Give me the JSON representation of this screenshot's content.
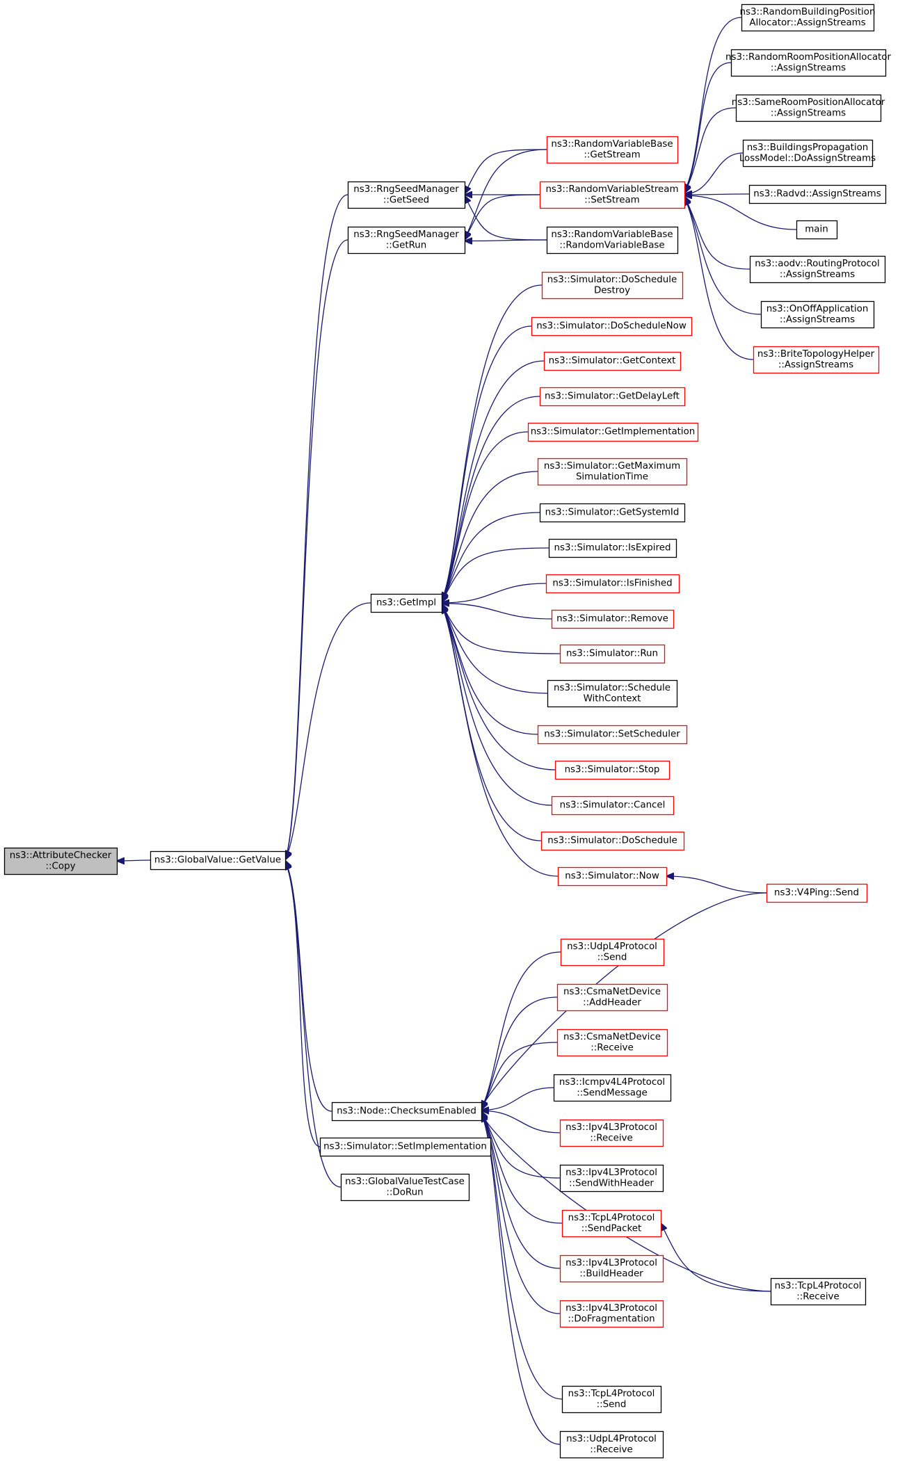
{
  "graph": {
    "edge_color": "#191970",
    "link_border_color": "#ff0000",
    "root_fill": "#bfbfbf",
    "nodes": [
      {
        "id": "copy",
        "lines": [
          "ns3::AttributeChecker",
          "::Copy"
        ],
        "style": "root"
      },
      {
        "id": "getvalue",
        "lines": [
          "ns3::GlobalValue::GetValue"
        ],
        "style": "black"
      },
      {
        "id": "getseed",
        "lines": [
          "ns3::RngSeedManager",
          "::GetSeed"
        ],
        "style": "black"
      },
      {
        "id": "getrun",
        "lines": [
          "ns3::RngSeedManager",
          "::GetRun"
        ],
        "style": "black"
      },
      {
        "id": "getimpl",
        "lines": [
          "ns3::GetImpl"
        ],
        "style": "black"
      },
      {
        "id": "checksum",
        "lines": [
          "ns3::Node::ChecksumEnabled"
        ],
        "style": "black"
      },
      {
        "id": "setimpl",
        "lines": [
          "ns3::Simulator::SetImplementation"
        ],
        "style": "black"
      },
      {
        "id": "gvtc",
        "lines": [
          "ns3::GlobalValueTestCase",
          "::DoRun"
        ],
        "style": "black"
      },
      {
        "id": "rvb_getstream",
        "lines": [
          "ns3::RandomVariableBase",
          "::GetStream"
        ],
        "style": "red"
      },
      {
        "id": "rvs_setstream",
        "lines": [
          "ns3::RandomVariableStream",
          "::SetStream"
        ],
        "style": "red"
      },
      {
        "id": "rvb_rvb",
        "lines": [
          "ns3::RandomVariableBase",
          "::RandomVariableBase"
        ],
        "style": "black"
      },
      {
        "id": "dsd",
        "lines": [
          "ns3::Simulator::DoSchedule",
          "Destroy"
        ],
        "style": "red"
      },
      {
        "id": "dsn",
        "lines": [
          "ns3::Simulator::DoScheduleNow"
        ],
        "style": "red"
      },
      {
        "id": "getcontext",
        "lines": [
          "ns3::Simulator::GetContext"
        ],
        "style": "red"
      },
      {
        "id": "getdelayleft",
        "lines": [
          "ns3::Simulator::GetDelayLeft"
        ],
        "style": "red"
      },
      {
        "id": "getimplementation",
        "lines": [
          "ns3::Simulator::GetImplementation"
        ],
        "style": "red"
      },
      {
        "id": "getmax",
        "lines": [
          "ns3::Simulator::GetMaximum",
          "SimulationTime"
        ],
        "style": "red"
      },
      {
        "id": "getsystemid",
        "lines": [
          "ns3::Simulator::GetSystemId"
        ],
        "style": "black"
      },
      {
        "id": "isexpired",
        "lines": [
          "ns3::Simulator::IsExpired"
        ],
        "style": "black"
      },
      {
        "id": "isfinished",
        "lines": [
          "ns3::Simulator::IsFinished"
        ],
        "style": "red"
      },
      {
        "id": "remove",
        "lines": [
          "ns3::Simulator::Remove"
        ],
        "style": "red"
      },
      {
        "id": "run",
        "lines": [
          "ns3::Simulator::Run"
        ],
        "style": "red"
      },
      {
        "id": "swc",
        "lines": [
          "ns3::Simulator::Schedule",
          "WithContext"
        ],
        "style": "black"
      },
      {
        "id": "setscheduler",
        "lines": [
          "ns3::Simulator::SetScheduler"
        ],
        "style": "red"
      },
      {
        "id": "stop",
        "lines": [
          "ns3::Simulator::Stop"
        ],
        "style": "red"
      },
      {
        "id": "cancel",
        "lines": [
          "ns3::Simulator::Cancel"
        ],
        "style": "red"
      },
      {
        "id": "doschedule",
        "lines": [
          "ns3::Simulator::DoSchedule"
        ],
        "style": "red"
      },
      {
        "id": "now",
        "lines": [
          "ns3::Simulator::Now"
        ],
        "style": "red"
      },
      {
        "id": "rbpa",
        "lines": [
          "ns3::RandomBuildingPosition",
          "Allocator::AssignStreams"
        ],
        "style": "black"
      },
      {
        "id": "rrpa",
        "lines": [
          "ns3::RandomRoomPositionAllocator",
          "::AssignStreams"
        ],
        "style": "black"
      },
      {
        "id": "srpa",
        "lines": [
          "ns3::SameRoomPositionAllocator",
          "::AssignStreams"
        ],
        "style": "black"
      },
      {
        "id": "bplm",
        "lines": [
          "ns3::BuildingsPropagation",
          "LossModel::DoAssignStreams"
        ],
        "style": "black"
      },
      {
        "id": "radvd",
        "lines": [
          "ns3::Radvd::AssignStreams"
        ],
        "style": "black"
      },
      {
        "id": "main",
        "lines": [
          "main"
        ],
        "style": "black"
      },
      {
        "id": "aodv",
        "lines": [
          "ns3::aodv::RoutingProtocol",
          "::AssignStreams"
        ],
        "style": "black"
      },
      {
        "id": "onoff",
        "lines": [
          "ns3::OnOffApplication",
          "::AssignStreams"
        ],
        "style": "black"
      },
      {
        "id": "brite",
        "lines": [
          "ns3::BriteTopologyHelper",
          "::AssignStreams"
        ],
        "style": "red"
      },
      {
        "id": "v4ping",
        "lines": [
          "ns3::V4Ping::Send"
        ],
        "style": "red"
      },
      {
        "id": "udp_send",
        "lines": [
          "ns3::UdpL4Protocol",
          "::Send"
        ],
        "style": "red"
      },
      {
        "id": "csma_add",
        "lines": [
          "ns3::CsmaNetDevice",
          "::AddHeader"
        ],
        "style": "red"
      },
      {
        "id": "csma_recv",
        "lines": [
          "ns3::CsmaNetDevice",
          "::Receive"
        ],
        "style": "red"
      },
      {
        "id": "icmp",
        "lines": [
          "ns3::Icmpv4L4Protocol",
          "::SendMessage"
        ],
        "style": "black"
      },
      {
        "id": "ipv4_recv",
        "lines": [
          "ns3::Ipv4L3Protocol",
          "::Receive"
        ],
        "style": "red"
      },
      {
        "id": "ipv4_swh",
        "lines": [
          "ns3::Ipv4L3Protocol",
          "::SendWithHeader"
        ],
        "style": "black"
      },
      {
        "id": "tcp_sendpacket",
        "lines": [
          "ns3::TcpL4Protocol",
          "::SendPacket"
        ],
        "style": "red"
      },
      {
        "id": "ipv4_build",
        "lines": [
          "ns3::Ipv4L3Protocol",
          "::BuildHeader"
        ],
        "style": "red"
      },
      {
        "id": "ipv4_frag",
        "lines": [
          "ns3::Ipv4L3Protocol",
          "::DoFragmentation"
        ],
        "style": "red"
      },
      {
        "id": "tcp_recv",
        "lines": [
          "ns3::TcpL4Protocol",
          "::Receive"
        ],
        "style": "black"
      },
      {
        "id": "tcp_send",
        "lines": [
          "ns3::TcpL4Protocol",
          "::Send"
        ],
        "style": "black"
      },
      {
        "id": "udp_recv",
        "lines": [
          "ns3::UdpL4Protocol",
          "::Receive"
        ],
        "style": "black"
      }
    ],
    "edges": [
      [
        "getvalue",
        "copy"
      ],
      [
        "getseed",
        "getvalue"
      ],
      [
        "getrun",
        "getvalue"
      ],
      [
        "getimpl",
        "getvalue"
      ],
      [
        "checksum",
        "getvalue"
      ],
      [
        "setimpl",
        "getvalue"
      ],
      [
        "gvtc",
        "getvalue"
      ],
      [
        "rvb_getstream",
        "getseed"
      ],
      [
        "rvs_setstream",
        "getseed"
      ],
      [
        "rvb_rvb",
        "getseed"
      ],
      [
        "rvb_getstream",
        "getrun"
      ],
      [
        "rvs_setstream",
        "getrun"
      ],
      [
        "rvb_rvb",
        "getrun"
      ],
      [
        "rbpa",
        "rvs_setstream"
      ],
      [
        "rrpa",
        "rvs_setstream"
      ],
      [
        "srpa",
        "rvs_setstream"
      ],
      [
        "bplm",
        "rvs_setstream"
      ],
      [
        "radvd",
        "rvs_setstream"
      ],
      [
        "main",
        "rvs_setstream"
      ],
      [
        "aodv",
        "rvs_setstream"
      ],
      [
        "onoff",
        "rvs_setstream"
      ],
      [
        "brite",
        "rvs_setstream"
      ],
      [
        "dsd",
        "getimpl"
      ],
      [
        "dsn",
        "getimpl"
      ],
      [
        "getcontext",
        "getimpl"
      ],
      [
        "getdelayleft",
        "getimpl"
      ],
      [
        "getimplementation",
        "getimpl"
      ],
      [
        "getmax",
        "getimpl"
      ],
      [
        "getsystemid",
        "getimpl"
      ],
      [
        "isexpired",
        "getimpl"
      ],
      [
        "isfinished",
        "getimpl"
      ],
      [
        "remove",
        "getimpl"
      ],
      [
        "run",
        "getimpl"
      ],
      [
        "swc",
        "getimpl"
      ],
      [
        "setscheduler",
        "getimpl"
      ],
      [
        "stop",
        "getimpl"
      ],
      [
        "cancel",
        "getimpl"
      ],
      [
        "doschedule",
        "getimpl"
      ],
      [
        "now",
        "getimpl"
      ],
      [
        "v4ping",
        "now"
      ],
      [
        "v4ping",
        "checksum"
      ],
      [
        "udp_send",
        "checksum"
      ],
      [
        "csma_add",
        "checksum"
      ],
      [
        "csma_recv",
        "checksum"
      ],
      [
        "icmp",
        "checksum"
      ],
      [
        "ipv4_recv",
        "checksum"
      ],
      [
        "ipv4_swh",
        "checksum"
      ],
      [
        "tcp_sendpacket",
        "checksum"
      ],
      [
        "ipv4_build",
        "checksum"
      ],
      [
        "ipv4_frag",
        "checksum"
      ],
      [
        "tcp_recv",
        "checksum"
      ],
      [
        "tcp_send",
        "checksum"
      ],
      [
        "udp_recv",
        "checksum"
      ],
      [
        "tcp_recv",
        "tcp_sendpacket"
      ]
    ]
  }
}
